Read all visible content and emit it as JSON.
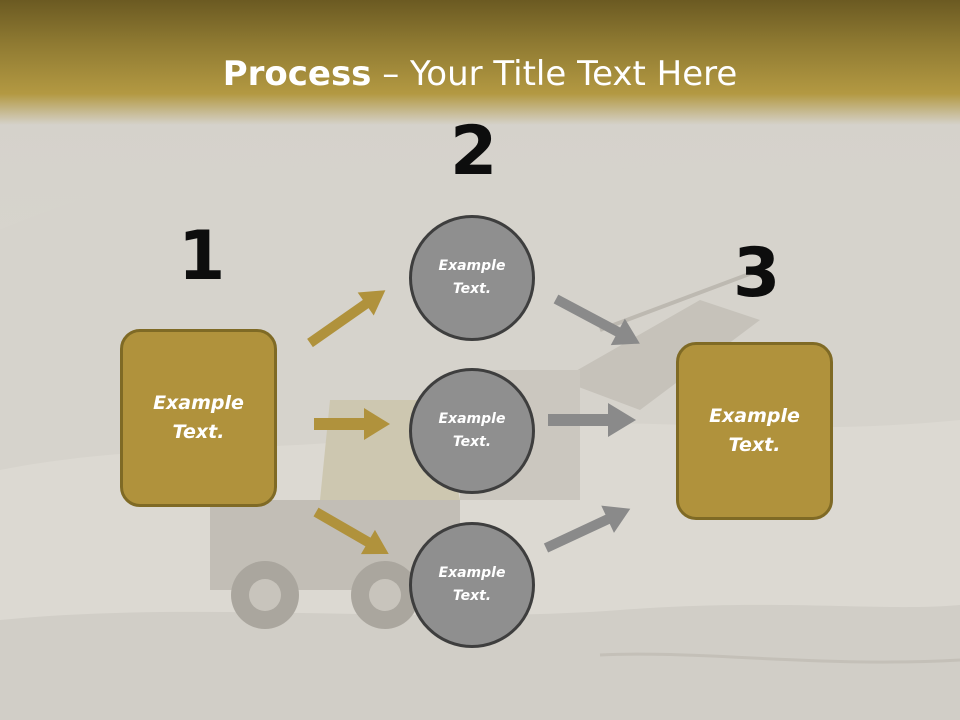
{
  "slide": {
    "title_bold": "Process",
    "title_rest": " – Your Title Text Here"
  },
  "steps": {
    "one": "1",
    "two": "2",
    "three": "3"
  },
  "boxes": {
    "left": "Example\nText.",
    "right": "Example\nText."
  },
  "circles": {
    "top": "Example\nText.",
    "middle": "Example\nText.",
    "bottom": "Example\nText."
  },
  "colors": {
    "gold": "#b0923c",
    "gold_border": "#7f6a25",
    "gray_circle": "#8f8f8f",
    "gray_arrow": "#8a8a8a",
    "header": "#9c8436"
  }
}
